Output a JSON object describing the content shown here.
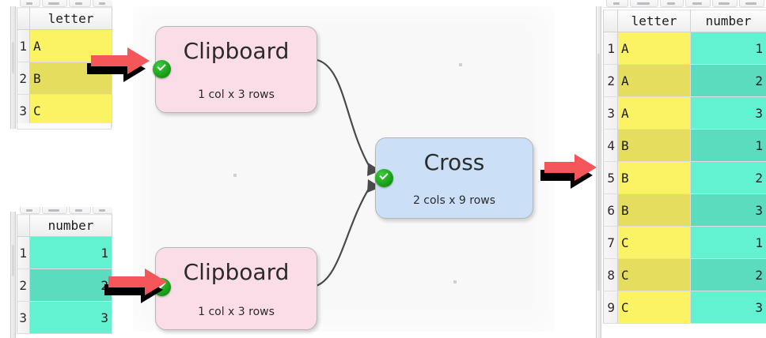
{
  "app": {
    "canvas_bg": "#f8f8f8",
    "accent_red": "#f4565a",
    "ok_green": "#13a013"
  },
  "toolbar": {
    "left_buttons": 4,
    "right_buttons": 7
  },
  "input_table_letter": {
    "name": "letter-input-table",
    "row_header": "",
    "columns": [
      "letter"
    ],
    "rows": [
      {
        "index": "1",
        "letter": "A"
      },
      {
        "index": "2",
        "letter": "B"
      },
      {
        "index": "3",
        "letter": "C"
      }
    ]
  },
  "input_table_number": {
    "name": "number-input-table",
    "row_header": "",
    "columns": [
      "number"
    ],
    "rows": [
      {
        "index": "1",
        "number": "1"
      },
      {
        "index": "2",
        "number": "2"
      },
      {
        "index": "3",
        "number": "3"
      }
    ]
  },
  "output_table": {
    "name": "cross-output-table",
    "row_header": "",
    "columns": [
      "letter",
      "number"
    ],
    "rows": [
      {
        "index": "1",
        "letter": "A",
        "number": "1"
      },
      {
        "index": "2",
        "letter": "A",
        "number": "2"
      },
      {
        "index": "3",
        "letter": "A",
        "number": "3"
      },
      {
        "index": "4",
        "letter": "B",
        "number": "1"
      },
      {
        "index": "5",
        "letter": "B",
        "number": "2"
      },
      {
        "index": "6",
        "letter": "B",
        "number": "3"
      },
      {
        "index": "7",
        "letter": "C",
        "number": "1"
      },
      {
        "index": "8",
        "letter": "C",
        "number": "2"
      },
      {
        "index": "9",
        "letter": "C",
        "number": "3"
      }
    ]
  },
  "nodes": {
    "clipboard_top": {
      "title": "Clipboard",
      "subtitle": "1 col x 3 rows",
      "status": "ok"
    },
    "clipboard_bottom": {
      "title": "Clipboard",
      "subtitle": "1 col x 3 rows",
      "status": "ok"
    },
    "cross": {
      "title": "Cross",
      "subtitle": "2 cols x 9 rows",
      "status": "ok"
    }
  },
  "annotations": {
    "arrow_to_clipboard_top": "red-arrow-right",
    "arrow_to_clipboard_bottom": "red-arrow-right",
    "arrow_from_cross": "red-arrow-right"
  }
}
